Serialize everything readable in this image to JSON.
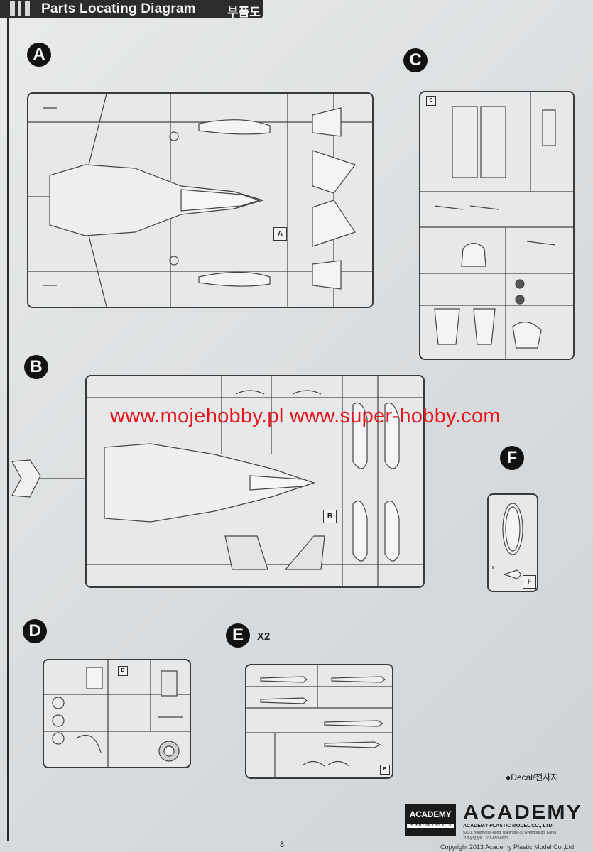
{
  "header": {
    "title": "Parts Locating Diagram",
    "title_ko": "부품도"
  },
  "sprues": [
    {
      "id": "A",
      "badge": "A",
      "tag": "A"
    },
    {
      "id": "B",
      "badge": "B",
      "tag": "B"
    },
    {
      "id": "C",
      "badge": "C",
      "tag": "C"
    },
    {
      "id": "D",
      "badge": "D",
      "tag": "D"
    },
    {
      "id": "E",
      "badge": "E",
      "tag": "E",
      "quantity": "X2"
    },
    {
      "id": "F",
      "badge": "F",
      "tag": "F"
    }
  ],
  "watermark": "www.mojehobby.pl www.super-hobby.com",
  "legend": {
    "decal": "●Decal/전사지"
  },
  "brand": {
    "logo_box_line1": "ACADEMY",
    "logo_box_line2": "HOBBY MODEL KITS",
    "wordmark": "ACADEMY",
    "company": "ACADEMY PLASTIC MODEL CO., LTD.",
    "address": "521-1, Yonghyeon-dong, Uijeongbu-si, Gyeonggi-do, Korea",
    "phone": "고객상담전화 : 031-850-0020"
  },
  "footer": {
    "page_number": "8",
    "copyright": "Copyright 2013 Academy Plastic Model Co.,Ltd."
  },
  "colors": {
    "watermark": "#e8141a",
    "header_bg": "#2c2c2c",
    "badge_bg": "#121212"
  }
}
